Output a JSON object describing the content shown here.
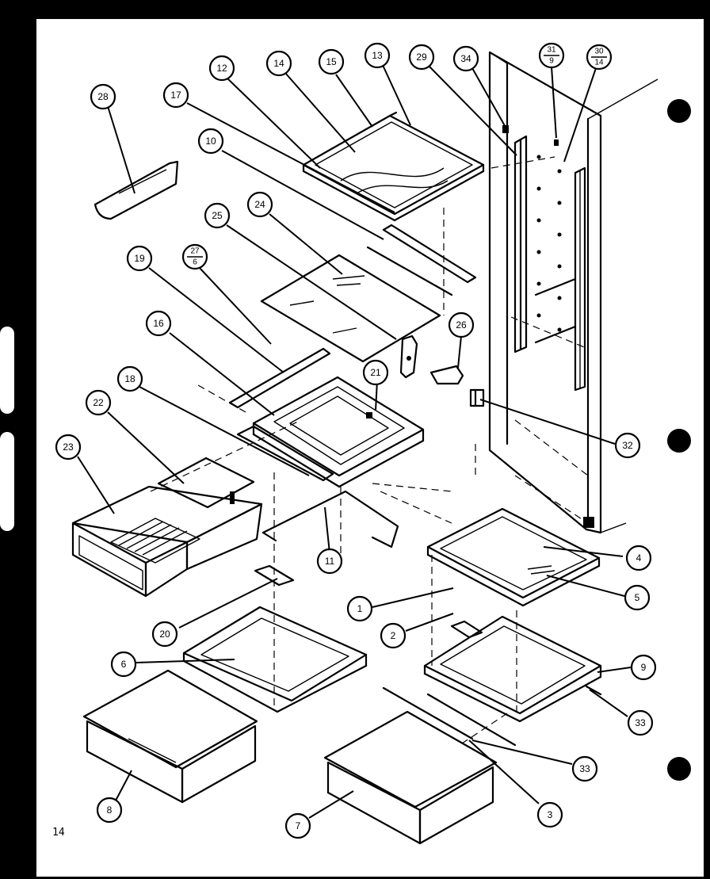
{
  "page_number": "14",
  "callouts": [
    {
      "id": "c28",
      "label": "28"
    },
    {
      "id": "c12",
      "label": "12"
    },
    {
      "id": "c14",
      "label": "14"
    },
    {
      "id": "c15",
      "label": "15"
    },
    {
      "id": "c13",
      "label": "13"
    },
    {
      "id": "c29",
      "label": "29"
    },
    {
      "id": "c34",
      "label": "34"
    },
    {
      "id": "c31",
      "label": "31",
      "sub": "9"
    },
    {
      "id": "c30",
      "label": "30",
      "sub": "14"
    },
    {
      "id": "c17",
      "label": "17"
    },
    {
      "id": "c10",
      "label": "10"
    },
    {
      "id": "c25",
      "label": "25"
    },
    {
      "id": "c24",
      "label": "24"
    },
    {
      "id": "c19",
      "label": "19"
    },
    {
      "id": "c27",
      "label": "27",
      "sub": "6"
    },
    {
      "id": "c16",
      "label": "16"
    },
    {
      "id": "c26",
      "label": "26"
    },
    {
      "id": "c21",
      "label": "21"
    },
    {
      "id": "c18",
      "label": "18"
    },
    {
      "id": "c22",
      "label": "22"
    },
    {
      "id": "c23",
      "label": "23"
    },
    {
      "id": "c32",
      "label": "32"
    },
    {
      "id": "c11",
      "label": "11"
    },
    {
      "id": "c4",
      "label": "4"
    },
    {
      "id": "c5",
      "label": "5"
    },
    {
      "id": "c1",
      "label": "1"
    },
    {
      "id": "c20",
      "label": "20"
    },
    {
      "id": "c2",
      "label": "2"
    },
    {
      "id": "c6",
      "label": "6"
    },
    {
      "id": "c9",
      "label": "9"
    },
    {
      "id": "c33a",
      "label": "33"
    },
    {
      "id": "c33b",
      "label": "33"
    },
    {
      "id": "c8",
      "label": "8"
    },
    {
      "id": "c3",
      "label": "3"
    },
    {
      "id": "c7",
      "label": "7"
    }
  ]
}
